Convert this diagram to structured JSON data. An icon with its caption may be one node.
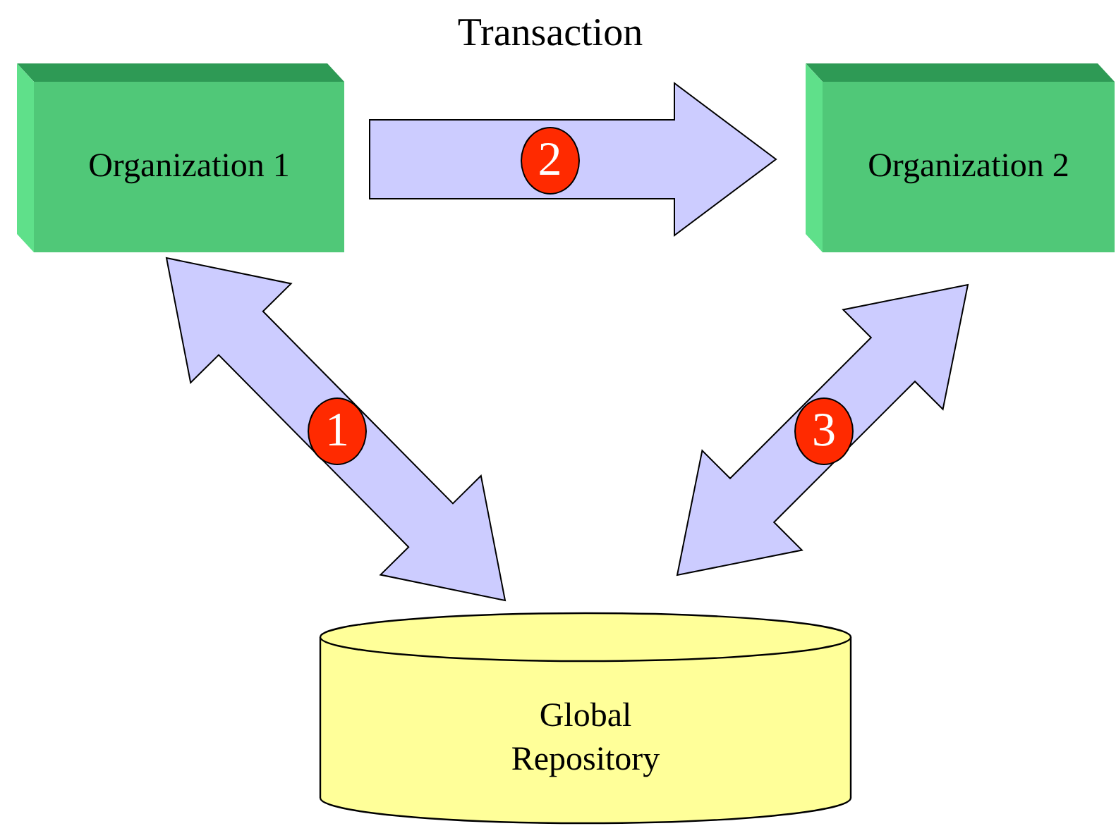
{
  "diagram": {
    "title": "Transaction",
    "nodes": [
      {
        "text": [
          "Organization 1"
        ]
      },
      {
        "text": [
          "Organization 2"
        ]
      },
      {
        "text": [
          "Global Repository"
        ]
      }
    ],
    "edges": [
      {
        "from": 0,
        "to": 2,
        "arrow": "both",
        "label": "1"
      },
      {
        "from": 0,
        "to": 1,
        "arrow": "to",
        "label": "2"
      },
      {
        "from": 1,
        "to": 2,
        "arrow": "both",
        "label": "3"
      }
    ]
  }
}
